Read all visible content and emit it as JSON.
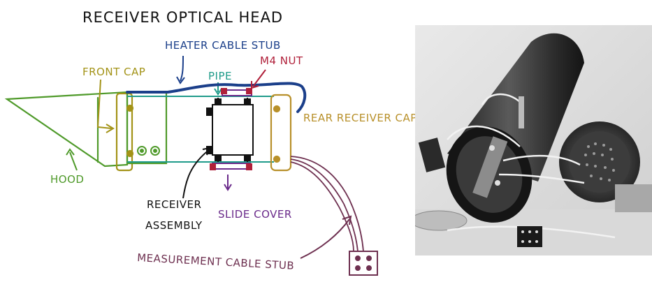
{
  "diagram": {
    "title": "RECEIVER OPTICAL HEAD",
    "labels": {
      "heater_cable_stub": "HEATER CABLE STUB",
      "front_cap": "FRONT CAP",
      "pipe": "PIPE",
      "m4_nut": "M4 NUT",
      "rear_receiver_cap": "REAR RECEIVER CAP",
      "hood": "HOOD",
      "receiver": "RECEIVER",
      "assembly": "ASSEMBLY",
      "slide_cover": "SLIDE COVER",
      "measurement_cable_stub": "MEASUREMENT CABLE STUB"
    },
    "colors": {
      "hood": "#4f9a2a",
      "front_cap": "#a39317",
      "heater_cable": "#1b3f8a",
      "pipe": "#1f9b8a",
      "m4_nut": "#b0203a",
      "rear_cap": "#b8902a",
      "slide_cover": "#6a2a8a",
      "measurement_cable": "#6e3050",
      "receiver": "#111111"
    }
  }
}
